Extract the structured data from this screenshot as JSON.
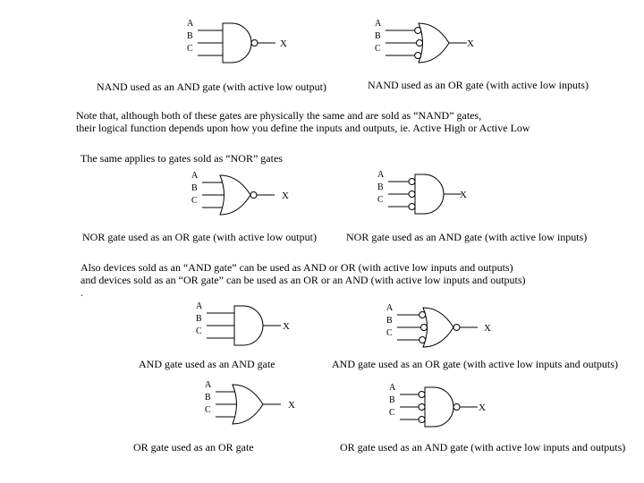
{
  "gates": [
    {
      "id": "nand-and",
      "type": "AND",
      "inputs": [
        "A",
        "B",
        "C"
      ],
      "output": "X",
      "input_bubbles": false,
      "output_bubble": true,
      "caption": "NAND used as an AND gate (with active low output)"
    },
    {
      "id": "nand-or",
      "type": "OR",
      "inputs": [
        "A",
        "B",
        "C"
      ],
      "output": "X",
      "input_bubbles": true,
      "output_bubble": false,
      "caption": "NAND used as an OR gate (with active low inputs)"
    },
    {
      "id": "nor-or",
      "type": "OR",
      "inputs": [
        "A",
        "B",
        "C"
      ],
      "output": "X",
      "input_bubbles": false,
      "output_bubble": true,
      "caption": "NOR gate used as an OR gate (with active low output)"
    },
    {
      "id": "nor-and",
      "type": "AND",
      "inputs": [
        "A",
        "B",
        "C"
      ],
      "output": "X",
      "input_bubbles": true,
      "output_bubble": false,
      "caption": "NOR gate used as an AND gate (with active low inputs)"
    },
    {
      "id": "and-and",
      "type": "AND",
      "inputs": [
        "A",
        "B",
        "C"
      ],
      "output": "X",
      "input_bubbles": false,
      "output_bubble": false,
      "caption": "AND gate used as an AND gate"
    },
    {
      "id": "and-or",
      "type": "OR",
      "inputs": [
        "A",
        "B",
        "C"
      ],
      "output": "X",
      "input_bubbles": true,
      "output_bubble": true,
      "caption": "AND gate used as an OR gate (with active low inputs and outputs)"
    },
    {
      "id": "or-or",
      "type": "OR",
      "inputs": [
        "A",
        "B",
        "C"
      ],
      "output": "X",
      "input_bubbles": false,
      "output_bubble": false,
      "caption": "OR gate used as an OR gate"
    },
    {
      "id": "or-and",
      "type": "AND",
      "inputs": [
        "A",
        "B",
        "C"
      ],
      "output": "X",
      "input_bubbles": true,
      "output_bubble": true,
      "caption": "OR gate used as an AND gate (with active low inputs and outputs)"
    }
  ],
  "notes": {
    "nand_line1": "Note that, although both of these gates are physically the same and are sold as “NAND” gates,",
    "nand_line2": "their logical function depends upon how you define the inputs and outputs, ie. Active High or Active Low",
    "nor": "The same applies to gates sold as “NOR” gates",
    "devices_line1": "Also devices sold as an “AND gate” can be used as AND or OR (with active low inputs and outputs)",
    "devices_line2": " and devices sold as an “OR gate” can be used as an OR or an AND (with active low inputs and outputs)",
    "devices_line3": "."
  }
}
